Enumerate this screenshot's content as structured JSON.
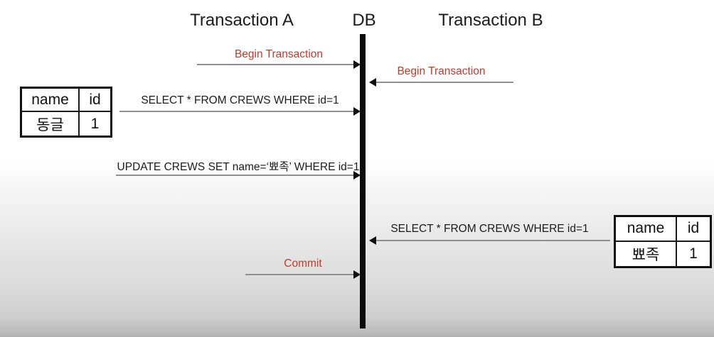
{
  "diagram": {
    "title_lanes": {
      "transaction_a": "Transaction A",
      "db": "DB",
      "transaction_b": "Transaction B"
    },
    "messages": [
      {
        "label": "Begin Transaction",
        "from": "Transaction A",
        "to": "DB",
        "direction": "right",
        "color": "#c0392b"
      },
      {
        "label": "Begin Transaction",
        "from": "Transaction B",
        "to": "DB",
        "direction": "left",
        "color": "#c0392b"
      },
      {
        "label": "SELECT * FROM CREWS WHERE id=1",
        "from": "Transaction A",
        "to": "DB",
        "direction": "right",
        "color": "#1c1c1c"
      },
      {
        "label": "UPDATE CREWS SET name=‘뾰족’ WHERE id=1",
        "from": "Transaction A",
        "to": "DB",
        "direction": "right",
        "color": "#1c1c1c"
      },
      {
        "label": "SELECT * FROM CREWS WHERE id=1",
        "from": "Transaction B",
        "to": "DB",
        "direction": "left",
        "color": "#1c1c1c"
      },
      {
        "label": "Commit",
        "from": "Transaction A",
        "to": "DB",
        "direction": "right",
        "color": "#c0392b"
      }
    ],
    "tables": {
      "left": {
        "headers": [
          "name",
          "id"
        ],
        "row": [
          "동글",
          "1"
        ]
      },
      "right": {
        "headers": [
          "name",
          "id"
        ],
        "row": [
          "뾰족",
          "1"
        ]
      }
    },
    "colors": {
      "accent_red": "#c0392b",
      "arrow_line_gray": "#8f8f8f",
      "lifeline_black": "#0b0b0b",
      "text_black": "#1c1c1c"
    }
  }
}
